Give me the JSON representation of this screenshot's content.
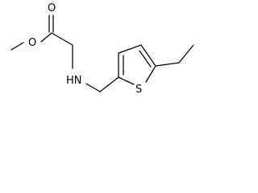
{
  "molecule": {
    "atoms": {
      "carbonyl_o": "O",
      "ester_o": "O",
      "amine": "HN",
      "sulfur": "S"
    }
  }
}
